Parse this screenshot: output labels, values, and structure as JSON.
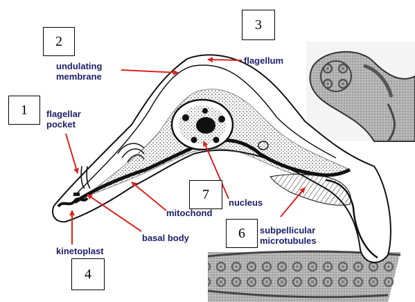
{
  "labels": {
    "undulating_membrane_line1": "undulating",
    "undulating_membrane_line2": "membrane",
    "flagellum": "flagellum",
    "flagellar_pocket_line1": "flagellar",
    "flagellar_pocket_line2": "pocket",
    "nucleus": "nucleus",
    "mitochondrion": "mitochond",
    "subpellicular_microtubules_line1": "subpellicular",
    "subpellicular_microtubules_line2": "microtubules",
    "basal_body": "basal body",
    "kinetoplast": "kinetoplast"
  },
  "number_boxes": [
    "1",
    "2",
    "3",
    "4",
    "6",
    "7"
  ],
  "colors": {
    "label_text": "#1b1e6b",
    "pointer_arrow": "#e0201b",
    "outline": "#111111",
    "micrograph_gray": "#9a9a9a"
  }
}
